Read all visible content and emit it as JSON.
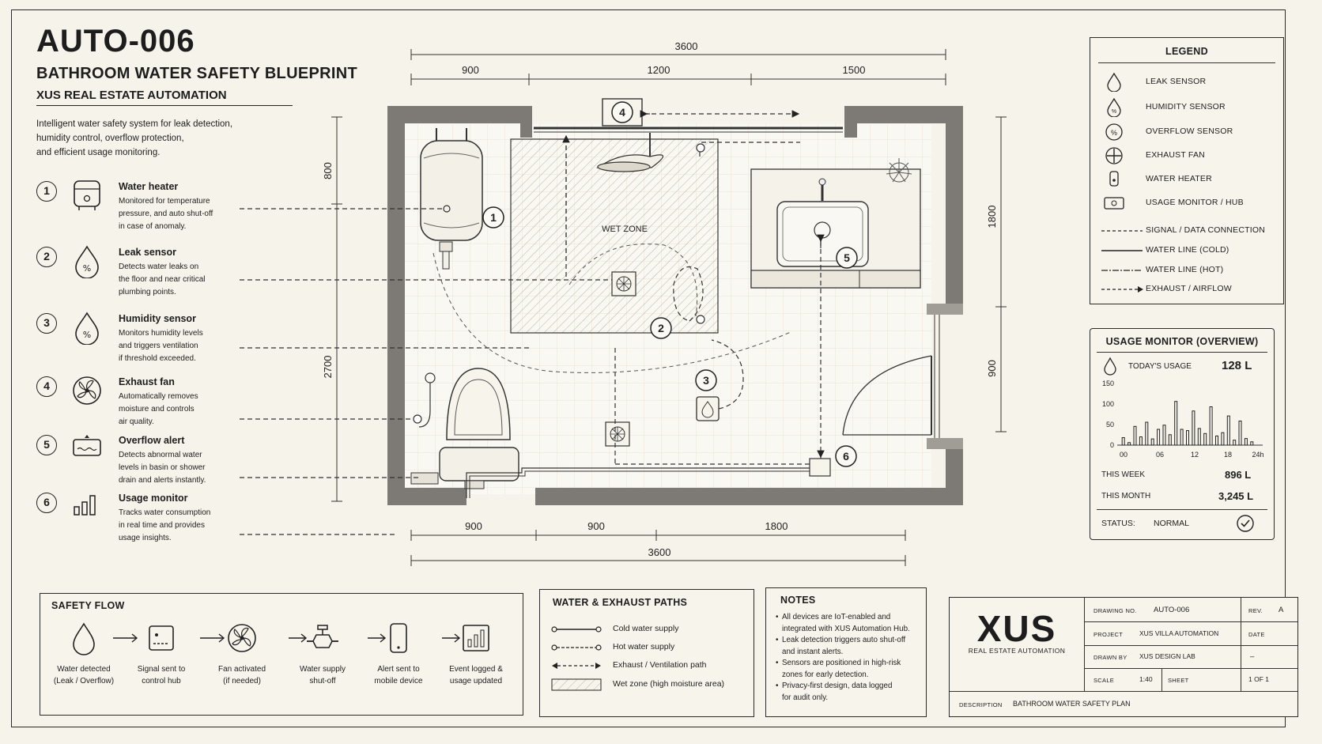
{
  "header": {
    "code": "AUTO-006",
    "title": "BATHROOM WATER SAFETY BLUEPRINT",
    "company": "XUS REAL ESTATE AUTOMATION",
    "intro": [
      "Intelligent water safety system for leak detection,",
      "humidity control, overflow protection,",
      "and efficient usage monitoring."
    ]
  },
  "features": [
    {
      "num": "1",
      "icon": "water-heater-icon",
      "title": "Water heater",
      "desc": [
        "Monitored for temperature",
        "pressure, and auto shut-off",
        "in case of anomaly."
      ]
    },
    {
      "num": "2",
      "icon": "leak-sensor-icon",
      "title": "Leak sensor",
      "desc": [
        "Detects water leaks on",
        "the floor and near critical",
        "plumbing points."
      ]
    },
    {
      "num": "3",
      "icon": "humidity-sensor-icon",
      "title": "Humidity sensor",
      "desc": [
        "Monitors humidity levels",
        "and triggers ventilation",
        "if threshold exceeded."
      ]
    },
    {
      "num": "4",
      "icon": "exhaust-fan-icon",
      "title": "Exhaust fan",
      "desc": [
        "Automatically removes",
        "moisture and controls",
        "air quality."
      ]
    },
    {
      "num": "5",
      "icon": "overflow-alert-icon",
      "title": "Overflow alert",
      "desc": [
        "Detects abnormal water",
        "levels in basin or shower",
        "drain and alerts instantly."
      ]
    },
    {
      "num": "6",
      "icon": "usage-monitor-icon",
      "title": "Usage monitor",
      "desc": [
        "Tracks water consumption",
        "in real time and provides",
        "usage insights."
      ]
    }
  ],
  "plan": {
    "dims_top": {
      "total": "3600",
      "segments": [
        "900",
        "1200",
        "1500"
      ]
    },
    "dims_bottom": {
      "total": "3600",
      "segments": [
        "900",
        "900",
        "1800"
      ]
    },
    "dims_left": [
      "800",
      "2700"
    ],
    "dims_right": [
      "1800",
      "900"
    ],
    "wet_zone_label": "WET ZONE",
    "markers": [
      "1",
      "2",
      "3",
      "4",
      "5",
      "6"
    ]
  },
  "legend": {
    "title": "LEGEND",
    "items": [
      {
        "icon": "leak-sensor-icon",
        "label": "LEAK SENSOR"
      },
      {
        "icon": "humidity-sensor-icon",
        "label": "HUMIDITY SENSOR"
      },
      {
        "icon": "overflow-sensor-icon",
        "label": "OVERFLOW SENSOR"
      },
      {
        "icon": "exhaust-fan-icon",
        "label": "EXHAUST FAN"
      },
      {
        "icon": "water-heater-icon",
        "label": "WATER HEATER"
      },
      {
        "icon": "usage-hub-icon",
        "label": "USAGE MONITOR / HUB"
      },
      {
        "icon": "signal-line",
        "label": "SIGNAL / DATA CONNECTION"
      },
      {
        "icon": "cold-line",
        "label": "WATER LINE (COLD)"
      },
      {
        "icon": "hot-line",
        "label": "WATER LINE (HOT)"
      },
      {
        "icon": "airflow-line",
        "label": "EXHAUST / AIRFLOW"
      }
    ]
  },
  "usage": {
    "title": "USAGE MONITOR (OVERVIEW)",
    "today_label": "TODAY'S USAGE",
    "today_value": "128 L",
    "week_label": "THIS WEEK",
    "week_value": "896 L",
    "month_label": "THIS MONTH",
    "month_value": "3,245 L",
    "status_label": "STATUS:",
    "status_value": "NORMAL"
  },
  "chart_data": {
    "type": "bar",
    "title": "",
    "xlabel": "",
    "ylabel": "",
    "ylim": [
      0,
      150
    ],
    "yticks": [
      "150",
      "100",
      "50",
      "0"
    ],
    "xticks": [
      "00",
      "06",
      "12",
      "18",
      "24h"
    ],
    "x": [
      1,
      2,
      3,
      4,
      5,
      6,
      7,
      8,
      9,
      10,
      11,
      12,
      13,
      14,
      15,
      16,
      17,
      18,
      19,
      20,
      21,
      22,
      23
    ],
    "values": [
      18,
      6,
      45,
      20,
      55,
      15,
      38,
      48,
      25,
      105,
      38,
      35,
      82,
      40,
      28,
      92,
      22,
      30,
      70,
      12,
      58,
      16,
      8
    ]
  },
  "safety_flow": {
    "title": "SAFETY FLOW",
    "steps": [
      {
        "icon": "water-drop-icon",
        "label": [
          "Water detected",
          "(Leak / Overflow)"
        ]
      },
      {
        "icon": "control-hub-icon",
        "label": [
          "Signal sent to",
          "control hub"
        ]
      },
      {
        "icon": "fan-icon",
        "label": [
          "Fan activated",
          "(if needed)"
        ]
      },
      {
        "icon": "valve-icon",
        "label": [
          "Water supply",
          "shut-off"
        ]
      },
      {
        "icon": "mobile-device-icon",
        "label": [
          "Alert sent to",
          "mobile device"
        ]
      },
      {
        "icon": "usage-chart-icon",
        "label": [
          "Event logged &",
          "usage updated"
        ]
      }
    ]
  },
  "paths": {
    "title": "WATER & EXHAUST PATHS",
    "items": [
      "Cold water supply",
      "Hot water supply",
      "Exhaust / Ventilation path",
      "Wet zone (high moisture area)"
    ]
  },
  "notes": {
    "title": "NOTES",
    "items": [
      [
        "All devices are IoT-enabled and",
        "integrated with XUS Automation Hub."
      ],
      [
        "Leak detection triggers auto shut-off",
        "and instant alerts."
      ],
      [
        "Sensors are positioned in high-risk",
        "zones for early detection."
      ],
      [
        "Privacy-first design, data logged",
        "for audit only."
      ]
    ]
  },
  "title_block": {
    "logo": "XUS",
    "logo_sub": "REAL ESTATE AUTOMATION",
    "drawing_no_label": "DRAWING NO.",
    "drawing_no": "AUTO-006",
    "rev_label": "REV.",
    "rev": "A",
    "project_label": "PROJECT",
    "project": "XUS VILLA AUTOMATION",
    "date_label": "DATE",
    "drawn_by_label": "DRAWN BY",
    "drawn_by": "XUS DESIGN LAB",
    "date": "–",
    "scale_label": "SCALE",
    "scale": "1:40",
    "sheet_label": "SHEET",
    "sheet": "1 OF 1",
    "description_label": "DESCRIPTION",
    "description": "BATHROOM WATER SAFETY PLAN"
  }
}
